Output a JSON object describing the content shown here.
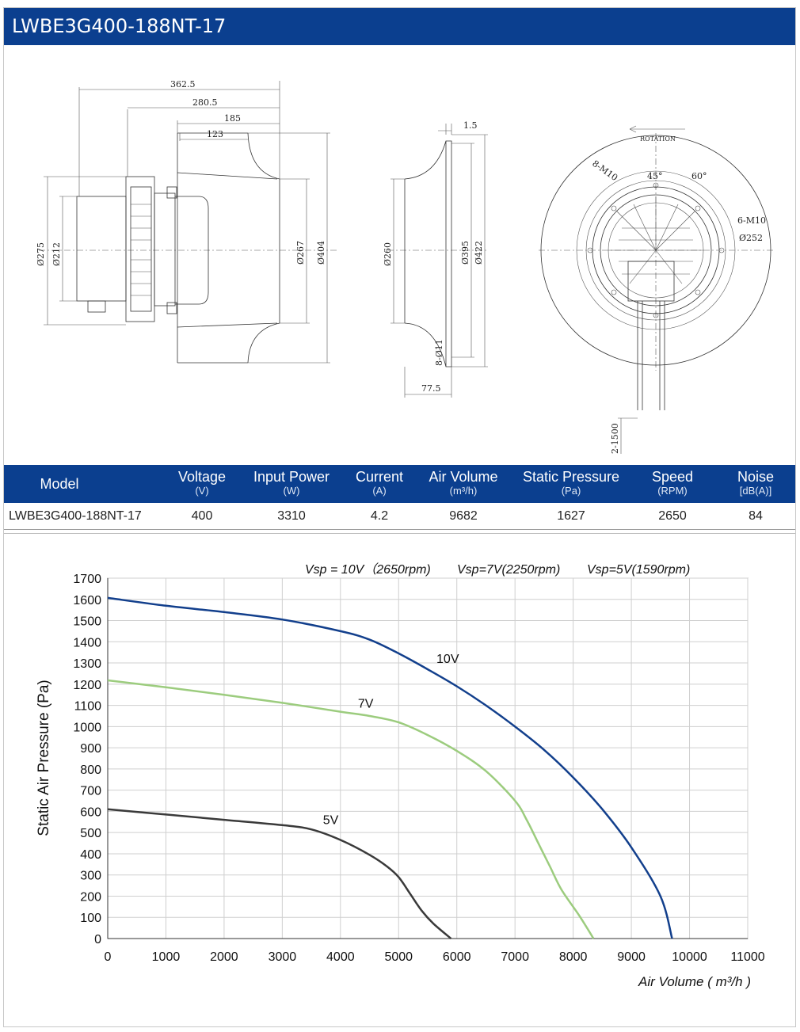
{
  "title": "LWBE3G400-188NT-17",
  "drawing": {
    "side_view": {
      "dims_top": [
        "362.5",
        "280.5",
        "185",
        "123"
      ],
      "dims_left": [
        "Ø275",
        "Ø212"
      ],
      "dims_right": [
        "Ø267",
        "Ø404"
      ]
    },
    "inlet_ring": {
      "dim_top": "1.5",
      "dims_left": [
        "Ø260"
      ],
      "dims_right": [
        "Ø395",
        "Ø422"
      ],
      "dim_holes": "8-Ø11",
      "dim_bottom": "77.5"
    },
    "front_view": {
      "rotation": "ROTATION",
      "holes_8": "8-M10",
      "angle_45": "45°",
      "angle_60": "60°",
      "holes_6": "6-M10",
      "dia": "Ø252",
      "cable": "2-1500"
    }
  },
  "specs": {
    "headers": [
      {
        "label": "Model",
        "unit": ""
      },
      {
        "label": "Voltage",
        "unit": "(V)"
      },
      {
        "label": "Input Power",
        "unit": "(W)"
      },
      {
        "label": "Current",
        "unit": "(A)"
      },
      {
        "label": "Air Volume",
        "unit": "(m³/h)"
      },
      {
        "label": "Static Pressure",
        "unit": "(Pa)"
      },
      {
        "label": "Speed",
        "unit": "(RPM)"
      },
      {
        "label": "Noise",
        "unit": "[dB(A)]"
      }
    ],
    "row": [
      "LWBE3G400-188NT-17",
      "400",
      "3310",
      "4.2",
      "9682",
      "1627",
      "2650",
      "84"
    ]
  },
  "chart_data": {
    "type": "line",
    "title": "",
    "xlabel": "Air Volume ( m³/h )",
    "ylabel": "Static Air Pressure  (Pa)",
    "xlim": [
      0,
      11000
    ],
    "ylim": [
      0,
      1700
    ],
    "x_ticks": [
      0,
      1000,
      2000,
      3000,
      4000,
      5000,
      6000,
      7000,
      8000,
      9000,
      10000,
      11000
    ],
    "y_ticks": [
      0,
      100,
      200,
      300,
      400,
      500,
      600,
      700,
      800,
      900,
      1000,
      1100,
      1200,
      1300,
      1400,
      1500,
      1600,
      1700
    ],
    "grid": true,
    "legend_text": [
      "Vsp = 10V（2650rpm)",
      "Vsp=7V(2250rpm)",
      "Vsp=5V(1590rpm)"
    ],
    "series": [
      {
        "name": "10V",
        "color": "#123f8c",
        "x": [
          0,
          1000,
          2000,
          3000,
          4000,
          4500,
          5000,
          5500,
          6000,
          6500,
          7000,
          7500,
          8000,
          8500,
          9000,
          9500,
          9700
        ],
        "y": [
          1607,
          1570,
          1540,
          1505,
          1450,
          1410,
          1345,
          1270,
          1190,
          1100,
          1000,
          890,
          760,
          610,
          430,
          200,
          0
        ]
      },
      {
        "name": "7V",
        "color": "#9ccc7e",
        "x": [
          0,
          1000,
          2000,
          3000,
          4000,
          4500,
          5000,
          5500,
          6000,
          6500,
          7000,
          7200,
          7400,
          7600,
          7800,
          8100,
          8350
        ],
        "y": [
          1218,
          1185,
          1150,
          1112,
          1070,
          1050,
          1020,
          960,
          885,
          790,
          650,
          560,
          450,
          340,
          230,
          110,
          0
        ]
      },
      {
        "name": "5V",
        "color": "#3a3a3a",
        "x": [
          0,
          1000,
          2000,
          3000,
          3500,
          4000,
          4500,
          4800,
          5000,
          5200,
          5400,
          5600,
          5900
        ],
        "y": [
          610,
          585,
          560,
          535,
          515,
          465,
          395,
          340,
          290,
          210,
          130,
          70,
          0
        ]
      }
    ]
  }
}
